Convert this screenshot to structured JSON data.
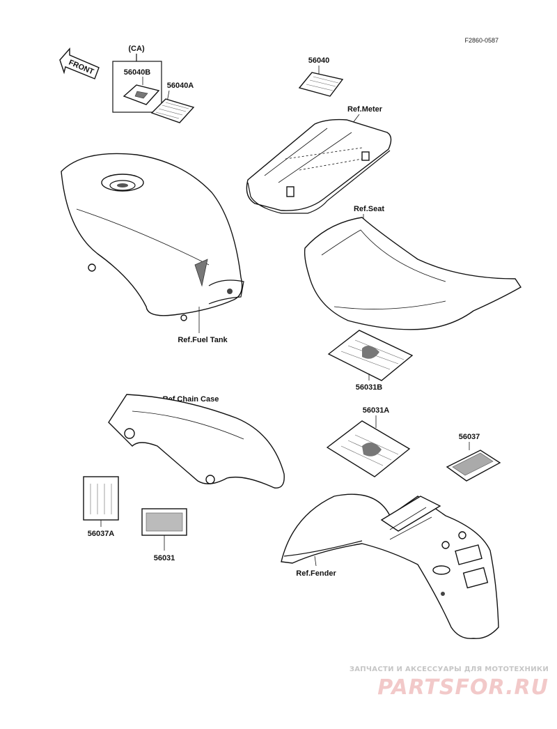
{
  "diagram_code": "F2860-0587",
  "front_arrow": "FRONT",
  "ca_group_label": "(CA)",
  "labels": {
    "p56040B": "56040B",
    "p56040A": "56040A",
    "p56040": "56040",
    "ref_meter": "Ref.Meter",
    "ref_seat": "Ref.Seat",
    "ref_fuel_tank": "Ref.Fuel Tank",
    "p56031B": "56031B",
    "ref_chain_case": "Ref.Chain Case",
    "p56031A": "56031A",
    "p56037": "56037",
    "p56037A": "56037A",
    "p56031": "56031",
    "ref_fender": "Ref.Fender"
  },
  "watermark": {
    "line1": "ЗАПЧАСТИ И АКСЕССУАРЫ ДЛЯ МОТОТЕХНИКИ",
    "line2": "PARTSFOR.RU"
  }
}
